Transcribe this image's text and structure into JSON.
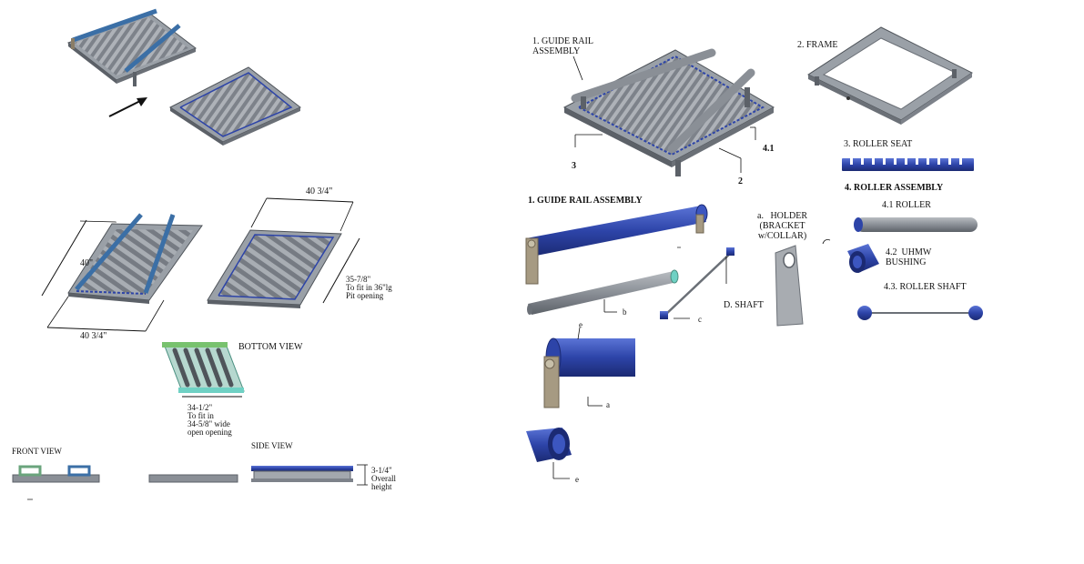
{
  "colors": {
    "steel": "#8a8f96",
    "steel_dark": "#5c6168",
    "steel_light": "#b3b7bc",
    "accent_blue": "#2d44a8",
    "guide_blue": "#3b6fa6",
    "bracket_tan": "#a69a82",
    "teal": "#6fd1c4",
    "green": "#78c26e"
  },
  "icons": {
    "arrow": "arrow-right-icon"
  },
  "left": {
    "dim_length": "40\"",
    "dim_width_a": "40 3/4\"",
    "dim_width_b": "40 3/4\"",
    "dim_pit": "35-7/8\"\nTo fit in 36\"lg\nPit opening",
    "bottom_view": "BOTTOM VIEW",
    "dim_open": "34-1/2\"\nTo fit in\n34-5/8\" wide\nopen opening",
    "front_view": "FRONT VIEW",
    "side_view": "SIDE VIEW",
    "dim_height": "3-1/4\"\nOverall\nheight"
  },
  "right": {
    "guide_rail_title": "1. GUIDE RAIL\nASSEMBLY",
    "callout_3": "3",
    "callout_2": "2",
    "callout_41": "4.1",
    "frame": "2. FRAME",
    "roller_seat": "3. ROLLER SEAT",
    "roller_assembly": "4. ROLLER ASSEMBLY",
    "guide_rail_assembly": "1. GUIDE RAIL ASSEMBLY",
    "holder": "a.   HOLDER\n(BRACKET\nw/COLLAR)",
    "roller": "4.1 ROLLER",
    "bushing": "4.2  UHMW\nBUSHING",
    "shaft": "D. SHAFT",
    "roller_shaft": "4.3. ROLLER SHAFT",
    "part_b": "b",
    "part_c": "c",
    "part_e1": "e",
    "part_a": "a",
    "part_e2": "e"
  }
}
